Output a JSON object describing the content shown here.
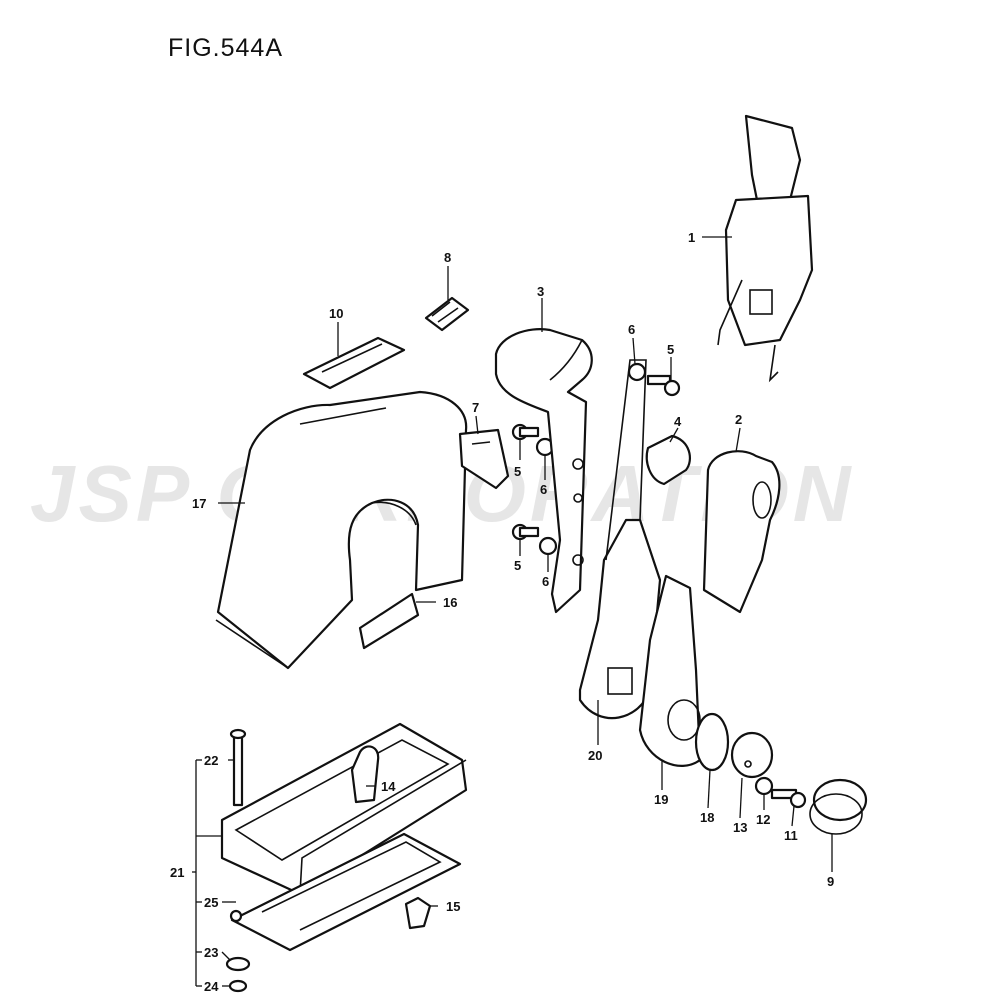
{
  "figure": {
    "title": "FIG.544A",
    "watermark": "JSP CORPORATION"
  },
  "labels": {
    "p1": "1",
    "p2": "2",
    "p3": "3",
    "p4": "4",
    "p5a": "5",
    "p5b": "5",
    "p5c": "5",
    "p6a": "6",
    "p6b": "6",
    "p6c": "6",
    "p7": "7",
    "p8": "8",
    "p9": "9",
    "p10": "10",
    "p11": "11",
    "p12": "12",
    "p13": "13",
    "p14": "14",
    "p15": "15",
    "p16": "16",
    "p17": "17",
    "p18": "18",
    "p19": "19",
    "p20": "20",
    "p21": "21",
    "p22": "22",
    "p23": "23",
    "p24": "24",
    "p25": "25"
  }
}
